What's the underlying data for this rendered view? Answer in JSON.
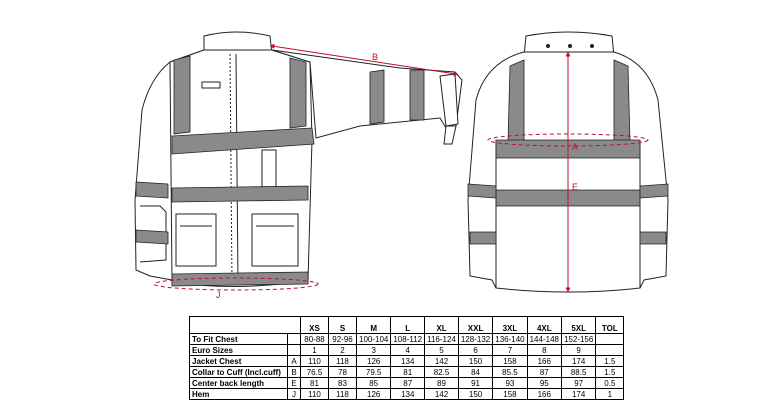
{
  "diagram": {
    "front_labels": {
      "sleeve": "B",
      "hem": "J"
    },
    "back_labels": {
      "chest": "A",
      "length": "E"
    },
    "colors": {
      "line": "#222222",
      "reflective": "#8a8a8a",
      "measure": "#c0102a"
    }
  },
  "size_table": {
    "headers": [
      "XS",
      "S",
      "M",
      "L",
      "XL",
      "XXL",
      "3XL",
      "4XL",
      "5XL",
      "TOL"
    ],
    "rows": [
      {
        "label": "To Fit Chest",
        "code": "",
        "values": [
          "80-88",
          "92-96",
          "100-104",
          "108-112",
          "116-124",
          "128-132",
          "136-140",
          "144-148",
          "152-156",
          ""
        ]
      },
      {
        "label": "Euro Sizes",
        "code": "",
        "values": [
          "1",
          "2",
          "3",
          "4",
          "5",
          "6",
          "7",
          "8",
          "9",
          ""
        ]
      },
      {
        "label": "Jacket Chest",
        "code": "A",
        "values": [
          "110",
          "118",
          "126",
          "134",
          "142",
          "150",
          "158",
          "166",
          "174",
          "1.5"
        ]
      },
      {
        "label": "Collar to Cuff (Incl.cuff)",
        "code": "B",
        "values": [
          "76.5",
          "78",
          "79.5",
          "81",
          "82.5",
          "84",
          "85.5",
          "87",
          "88.5",
          "1.5"
        ]
      },
      {
        "label": "Center back length",
        "code": "E",
        "values": [
          "81",
          "83",
          "85",
          "87",
          "89",
          "91",
          "93",
          "95",
          "97",
          "0.5"
        ]
      },
      {
        "label": "Hem",
        "code": "J",
        "values": [
          "110",
          "118",
          "126",
          "134",
          "142",
          "150",
          "158",
          "166",
          "174",
          "1"
        ]
      }
    ]
  }
}
